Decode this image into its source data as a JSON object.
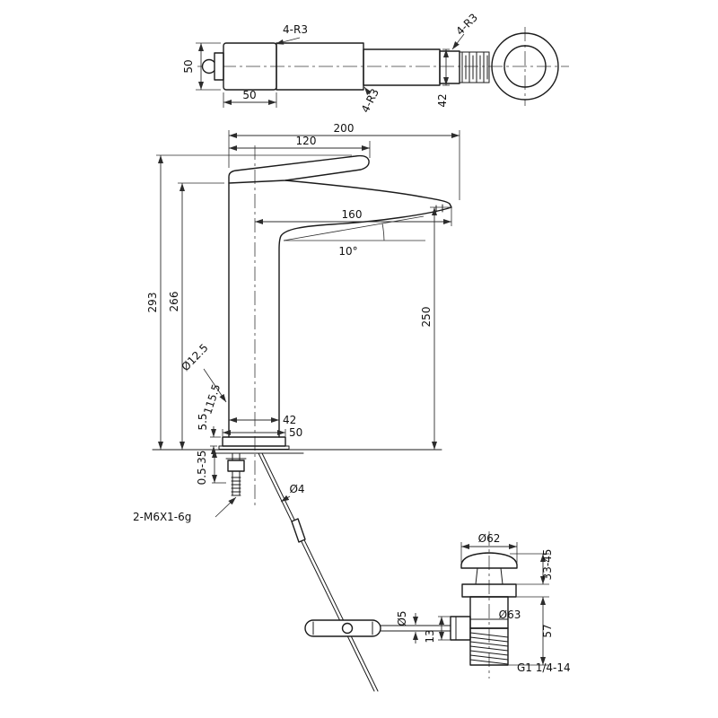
{
  "colors": {
    "background": "#ffffff",
    "line": "#1b1b1b"
  },
  "top_view": {
    "dim_height": "50",
    "dim_handle_width": "50",
    "dim_spout_height": "42",
    "radius_note_top": "4-R3",
    "radius_note_right": "4-R3",
    "radius_note_bottom": "4-R3"
  },
  "front_view": {
    "dim_total_width": "200",
    "dim_handle_length": "120",
    "dim_spout_reach": "160",
    "angle_spout": "10°",
    "dim_total_height": "293",
    "dim_body_height": "266",
    "dim_outlet_height": "250",
    "dim_hole_diameter": "Ø12.5",
    "dim_rod_length": "115.5",
    "dim_base_thickness": "5.5",
    "dim_body_width": "42",
    "dim_base_width": "50",
    "dim_mount_range": "0.5-35",
    "thread_note": "2-M6X1-6g",
    "dim_rod_diameter": "Ø4"
  },
  "drain_view": {
    "dim_cap_diameter": "Ø62",
    "dim_travel_range": "33-45",
    "dim_rod_diameter": "Ø5",
    "dim_flange_diameter": "Ø63",
    "dim_offset": "13",
    "dim_body_height": "57",
    "thread_note": "G1 1/4-14"
  }
}
